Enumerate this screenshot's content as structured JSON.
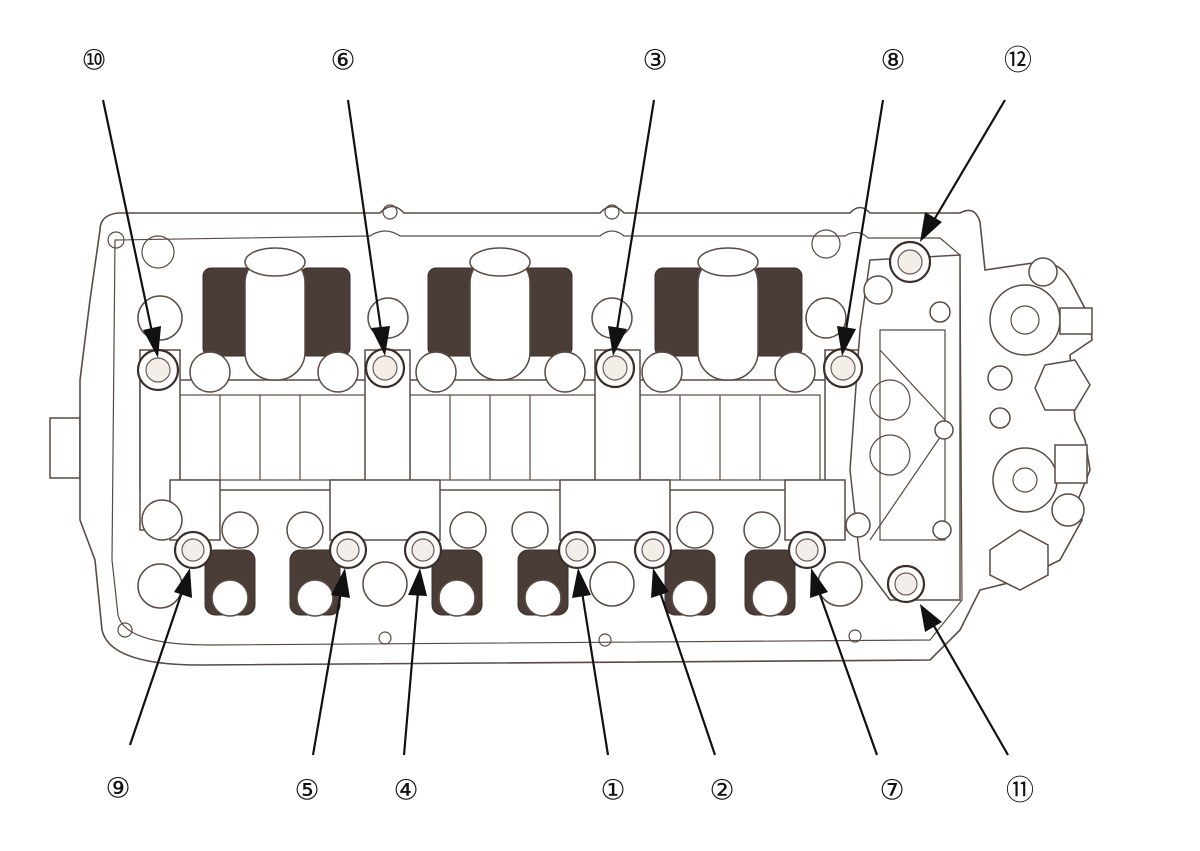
{
  "callouts": [
    {
      "id": "10",
      "label": "⑩"
    },
    {
      "id": "6",
      "label": "⑥"
    },
    {
      "id": "3",
      "label": "③"
    },
    {
      "id": "8",
      "label": "⑧"
    },
    {
      "id": "12",
      "label": "⑫"
    },
    {
      "id": "9",
      "label": "⑨"
    },
    {
      "id": "5",
      "label": "⑤"
    },
    {
      "id": "4",
      "label": "④"
    },
    {
      "id": "1",
      "label": "①"
    },
    {
      "id": "2",
      "label": "②"
    },
    {
      "id": "7",
      "label": "⑦"
    },
    {
      "id": "11",
      "label": "⑪"
    }
  ],
  "colors": {
    "line": "#5a4a42",
    "callout": "#111111",
    "spring": "#4a3d37"
  }
}
